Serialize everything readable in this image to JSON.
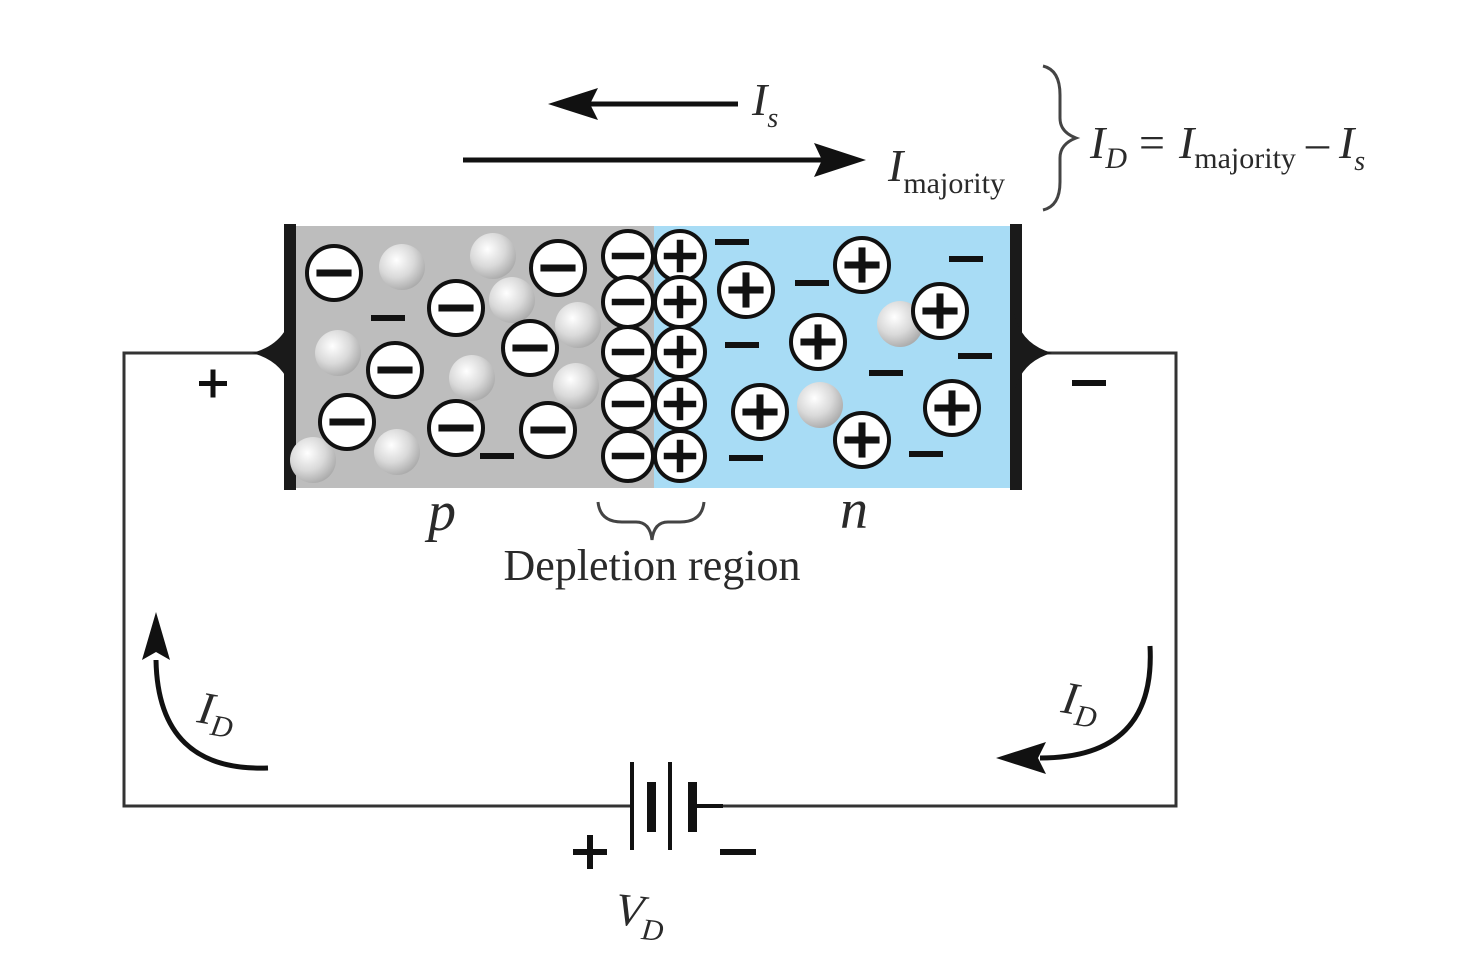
{
  "top_labels": {
    "is_main": "I",
    "is_sub": "s",
    "imaj_main": "I",
    "imaj_sub": "majority",
    "equation": {
      "lhs_main": "I",
      "lhs_sub": "D",
      "eq": "=",
      "t1_main": "I",
      "t1_sub": "majority",
      "minus": "–",
      "t2_main": "I",
      "t2_sub": "s"
    }
  },
  "junction": {
    "p_label": "p",
    "n_label": "n",
    "depletion_label": "Depletion region",
    "colors": {
      "p_region": "#bdbdbd",
      "n_region": "#a8dcf5",
      "terminal": "#1a1a1a"
    }
  },
  "terminals": {
    "left_sign": "+",
    "right_sign": "–"
  },
  "circuit": {
    "left_current_main": "I",
    "left_current_sub": "D",
    "right_current_main": "I",
    "right_current_sub": "D",
    "battery_plus": "+",
    "battery_minus": "–",
    "vd_main": "V",
    "vd_sub": "D"
  }
}
